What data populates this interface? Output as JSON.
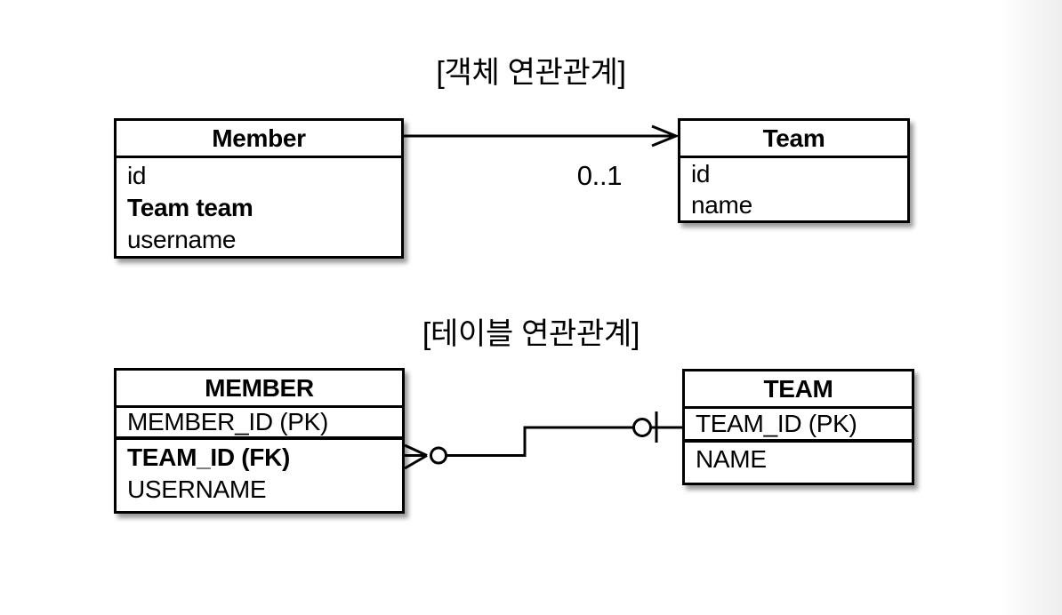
{
  "object_diagram": {
    "title": "[객체 연관관계]",
    "member_class": {
      "name": "Member",
      "fields": [
        "id",
        "Team team",
        "username"
      ]
    },
    "team_class": {
      "name": "Team",
      "fields": [
        "id",
        "name"
      ]
    },
    "multiplicity": "0..1"
  },
  "table_diagram": {
    "title": "[테이블 연관관계]",
    "member_table": {
      "name": "MEMBER",
      "rows": [
        "MEMBER_ID (PK)",
        "TEAM_ID (FK)",
        "USERNAME"
      ]
    },
    "team_table": {
      "name": "TEAM",
      "rows": [
        "TEAM_ID (PK)",
        "NAME"
      ]
    }
  },
  "colors": {
    "line": "#000000",
    "text": "#000000",
    "box_fill": "#ffffff",
    "background": "#ffffff",
    "right_edge_gradient": "#eeeeee",
    "shadow": "rgba(0,0,0,0.40)"
  }
}
